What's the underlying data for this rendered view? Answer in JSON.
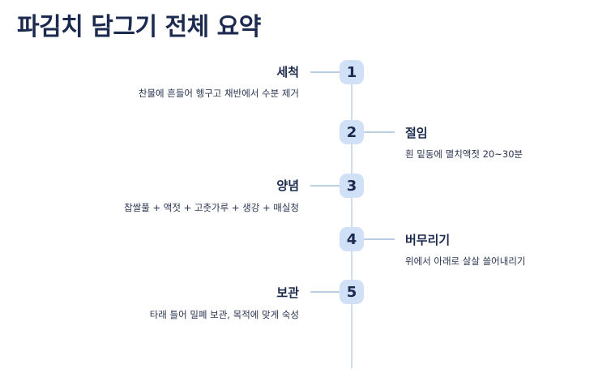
{
  "title": "파김치 담그기 전체 요약",
  "steps": [
    {
      "number": "1",
      "label": "세척",
      "description": "찬물에 흔들어 헹구고 채반에서 수분 제거"
    },
    {
      "number": "2",
      "label": "절임",
      "description": "흰 밑동에 멸치액젓 20~30분"
    },
    {
      "number": "3",
      "label": "양념",
      "description": "찹쌀풀 + 액젓 + 고춧가루 + 생강 + 매실청"
    },
    {
      "number": "4",
      "label": "버무리기",
      "description": "위에서 아래로 살살 쓸어내리기"
    },
    {
      "number": "5",
      "label": "보관",
      "description": "타래 틀어 밀폐 보관, 목적에 맞게 숙성"
    }
  ]
}
